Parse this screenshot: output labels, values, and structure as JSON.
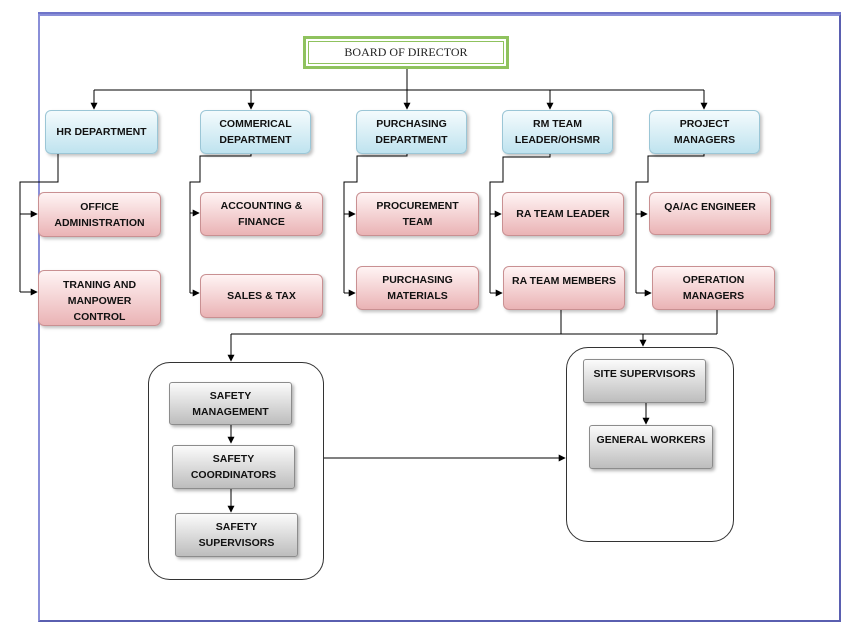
{
  "board": {
    "label": "BOARD OF DIRECTOR"
  },
  "departments": [
    {
      "label": "HR DEPARTMENT"
    },
    {
      "label": "COMMERICAL DEPARTMENT"
    },
    {
      "label": "PURCHASING DEPARTMENT"
    },
    {
      "label": "RM TEAM LEADER/OHSMR"
    },
    {
      "label": "PROJECT MANAGERS"
    }
  ],
  "sub_units": {
    "hr": [
      {
        "label": "OFFICE ADMINISTRATION"
      },
      {
        "label": "TRANING AND MANPOWER CONTROL"
      }
    ],
    "commercial": [
      {
        "label": "ACCOUNTING & FINANCE"
      },
      {
        "label": "SALES & TAX"
      }
    ],
    "purchasing": [
      {
        "label": "PROCUREMENT TEAM"
      },
      {
        "label": "PURCHASING MATERIALS"
      }
    ],
    "rm": [
      {
        "label": "RA TEAM LEADER"
      },
      {
        "label": "RA TEAM MEMBERS"
      }
    ],
    "project": [
      {
        "label": "QA/AC ENGINEER"
      },
      {
        "label": "OPERATION MANAGERS"
      }
    ]
  },
  "safety_group": [
    {
      "label": "SAFETY MANAGEMENT"
    },
    {
      "label": "SAFETY COORDINATORS"
    },
    {
      "label": "SAFETY SUPERVISORS"
    }
  ],
  "site_group": [
    {
      "label": "SITE SUPERVISORS"
    },
    {
      "label": "GENERAL WORKERS"
    }
  ],
  "colors": {
    "department_fill": "#bfe3ef",
    "sub_unit_fill": "#eab3b5",
    "safety_fill": "#bdbdbd",
    "board_border": "#8fc25e",
    "frame_border": "#6f74c9"
  }
}
